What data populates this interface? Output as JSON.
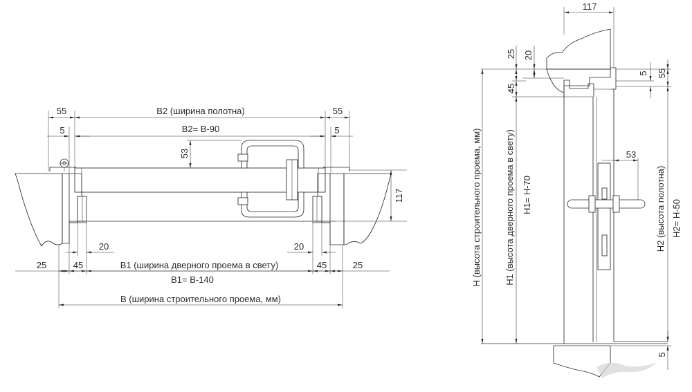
{
  "plan": {
    "dim_55_left": "55",
    "b2_label": "В2 (ширина полотна)",
    "dim_55_right": "55",
    "dim_5_left": "5",
    "b2_formula": "В2= В-90",
    "dim_5_right": "5",
    "dim_53": "53",
    "dim_117": "117",
    "dim_20_left": "20",
    "dim_20_right": "20",
    "dim_25_left": "25",
    "dim_45_left": "45",
    "b1_label": "В1 (ширина дверного проема в свету)",
    "dim_45_right": "45",
    "dim_25_right": "25",
    "b1_formula": "В1= В-140",
    "b_label": "В (ширина строительного проема, мм)"
  },
  "section": {
    "dim_117": "117",
    "dim_25": "25",
    "dim_20": "20",
    "dim_45": "45",
    "dim_5_top": "5",
    "dim_55": "55",
    "dim_53": "53",
    "h_label": "Н (высота строительного проема, мм)",
    "h1_label": "Н1 (высота дверного проема в свету)",
    "h1_formula": "Н1= Н-70",
    "h2_label": "Н2 (высота полотна)",
    "h2_formula": "Н2= Н-50",
    "dim_5_bottom": "5"
  },
  "colors": {
    "ink": "#2a2a2a",
    "paper": "#ffffff",
    "hatch": "#8a8a8a",
    "mark": "#d4d4d4"
  }
}
